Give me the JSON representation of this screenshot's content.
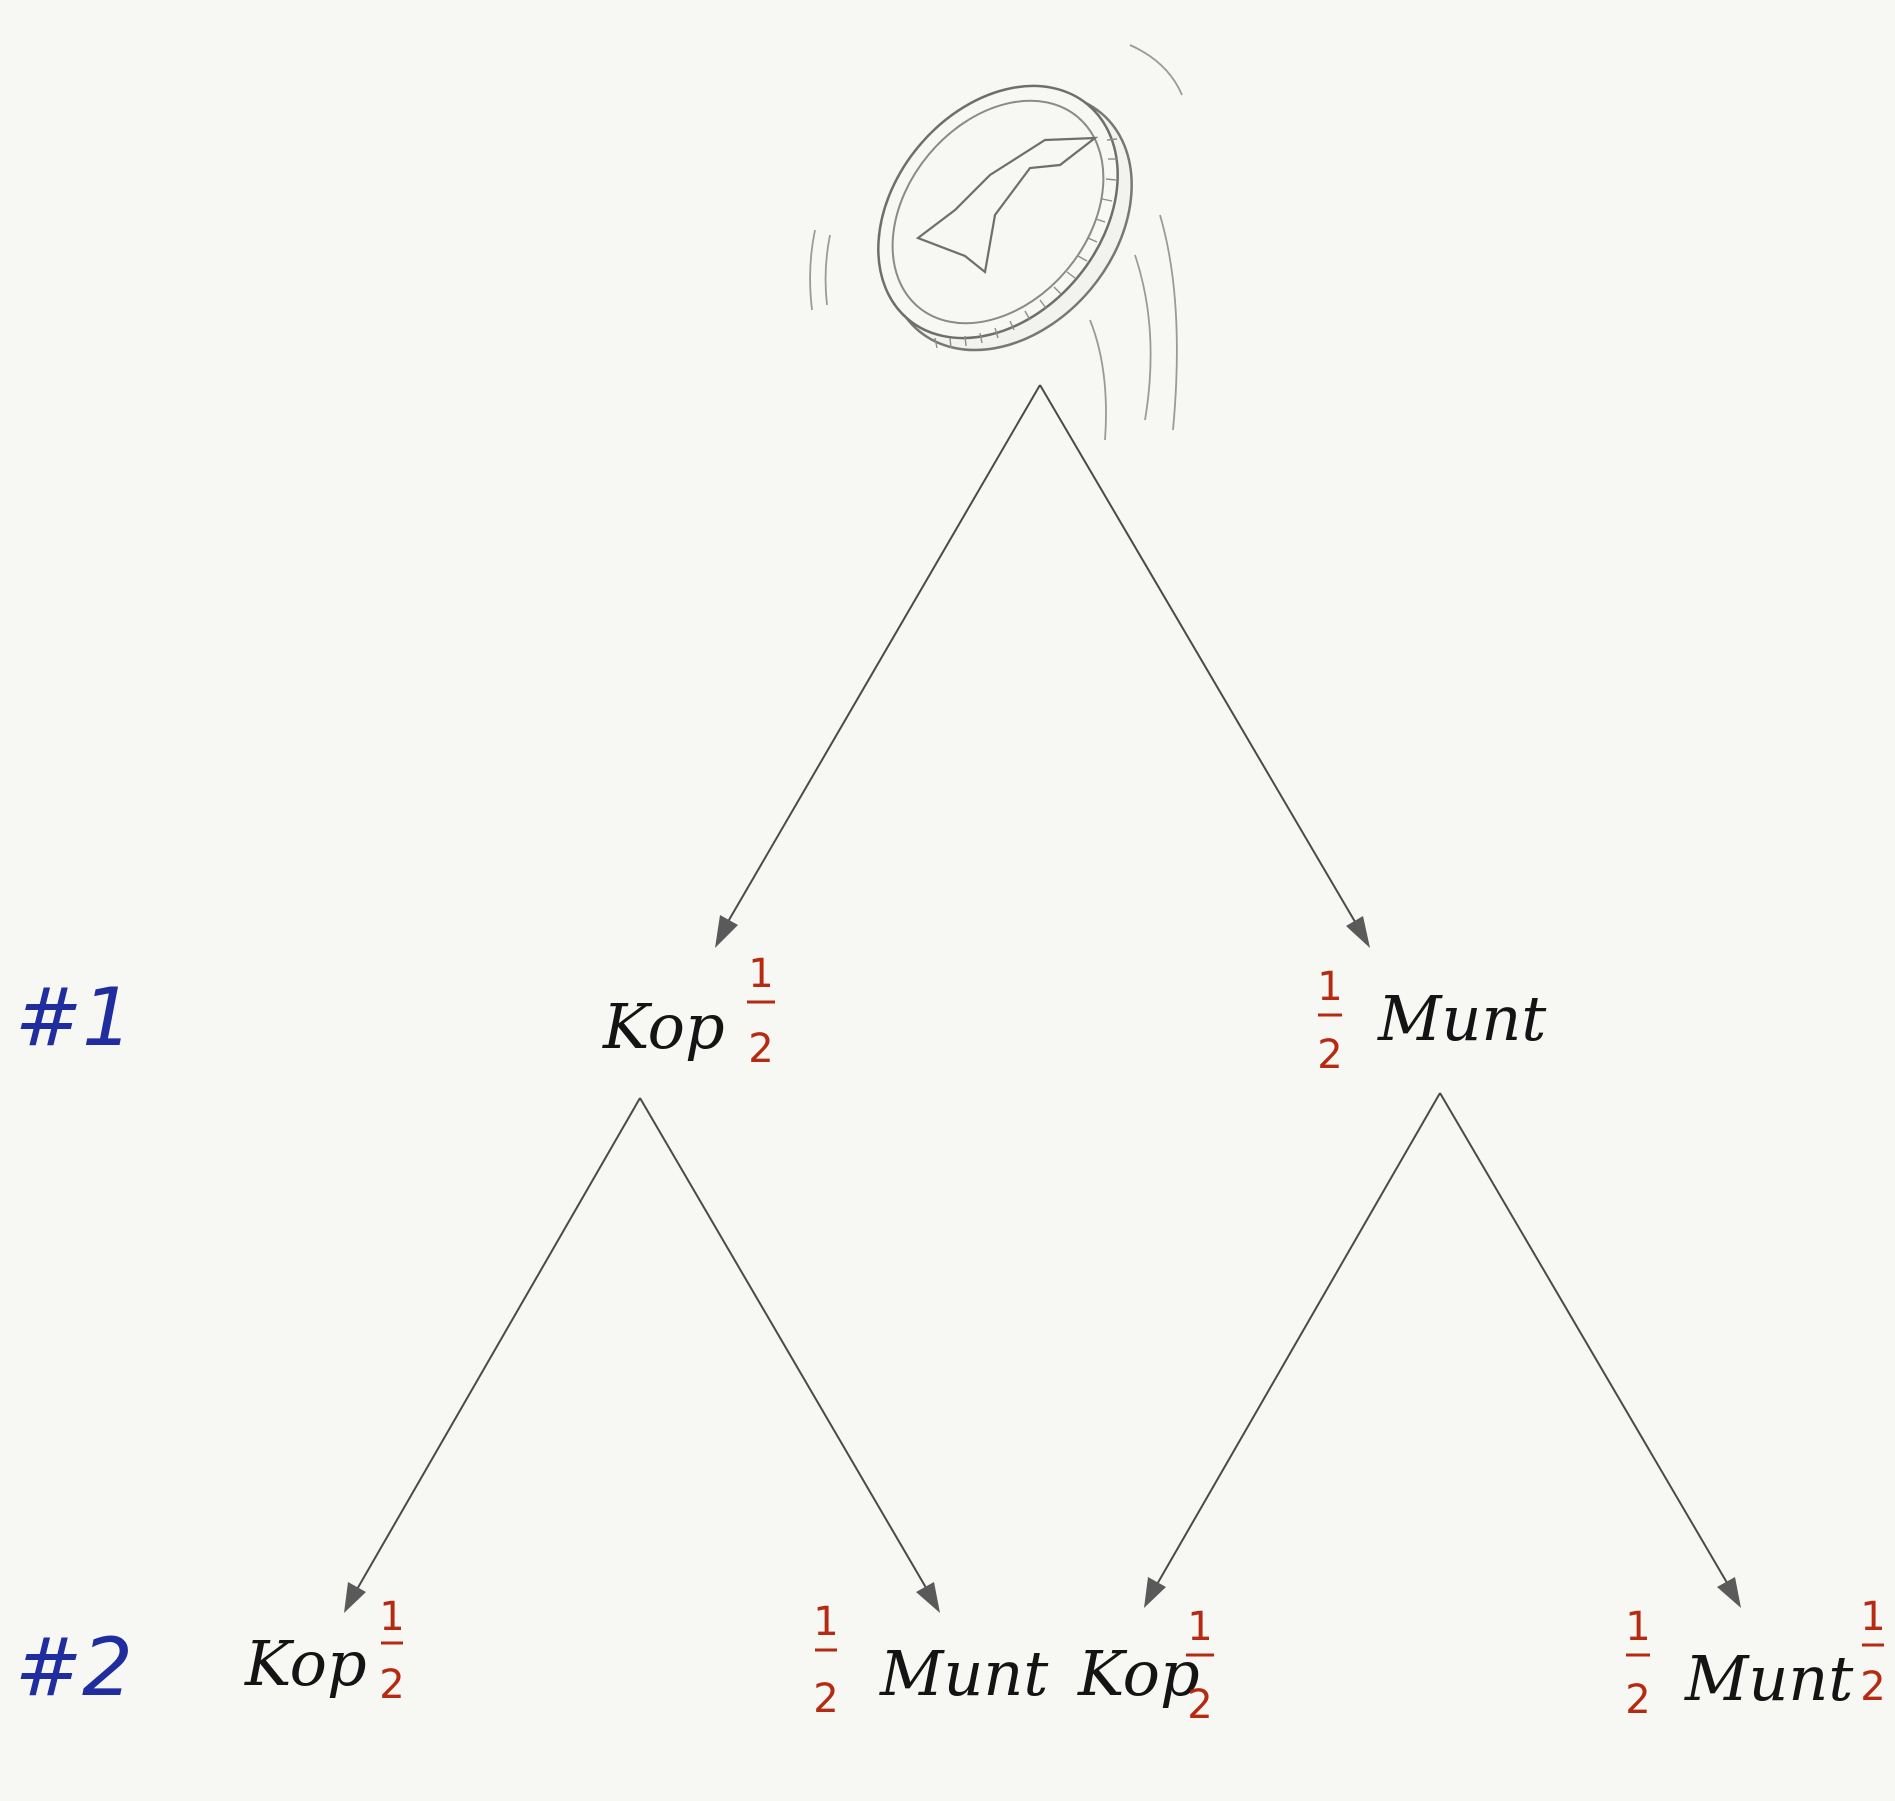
{
  "level_labels": [
    "#1",
    "#2"
  ],
  "level1": {
    "left_word": "Kop",
    "left_fraction": {
      "numerator": "1",
      "denominator": "2"
    },
    "right_word": "Munt",
    "right_fraction": {
      "numerator": "1",
      "denominator": "2"
    }
  },
  "level2": {
    "ll_word": "Kop",
    "ll_fraction": {
      "numerator": "1",
      "denominator": "2"
    },
    "lr_word": "Munt",
    "lr_fraction": {
      "numerator": "1",
      "denominator": "2"
    },
    "rl_word": "Kop",
    "rl_fraction": {
      "numerator": "1",
      "denominator": "2"
    },
    "rr_word": "Munt",
    "rr_fraction_left": {
      "numerator": "1",
      "denominator": "2"
    },
    "rr_fraction_right": {
      "numerator": "1",
      "denominator": "2"
    }
  },
  "coin": {
    "face_glyph": "1",
    "icon": "coin-flip-icon"
  },
  "colors": {
    "words": "#141414",
    "fractions": "#b52a10",
    "levels": "#1f2d9e",
    "edges": "#4a4a4a"
  }
}
